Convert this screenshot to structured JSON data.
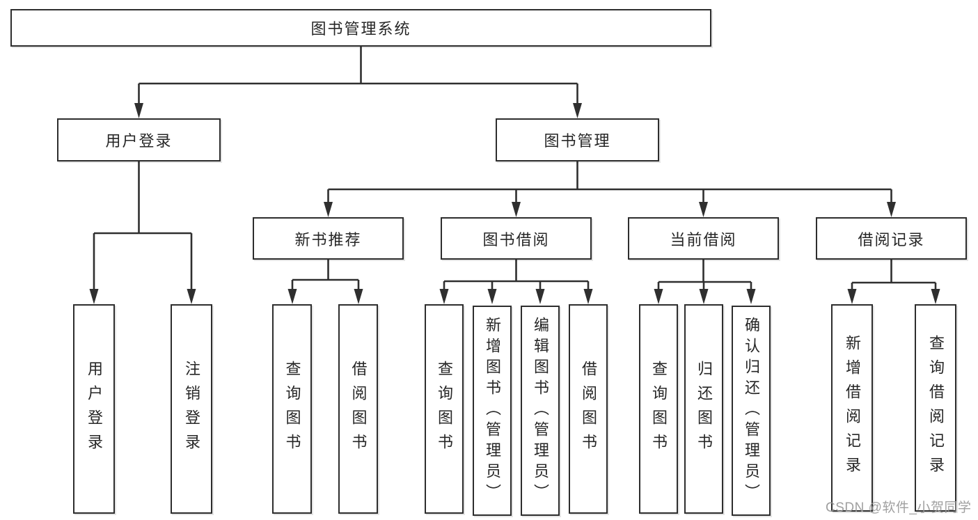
{
  "tree": {
    "label": "图书管理系统",
    "children": [
      {
        "label": "用户登录",
        "children": [
          {
            "label": "用户登录"
          },
          {
            "label": "注销登录"
          }
        ]
      },
      {
        "label": "图书管理",
        "children": [
          {
            "label": "新书推荐",
            "children": [
              {
                "label": "查询图书"
              },
              {
                "label": "借阅图书"
              }
            ]
          },
          {
            "label": "图书借阅",
            "children": [
              {
                "label": "查询图书"
              },
              {
                "label": "新增图书（管理员）"
              },
              {
                "label": "编辑图书（管理员）"
              },
              {
                "label": "借阅图书"
              }
            ]
          },
          {
            "label": "当前借阅",
            "children": [
              {
                "label": "查询图书"
              },
              {
                "label": "归还图书"
              },
              {
                "label": "确认归还（管理员）"
              }
            ]
          },
          {
            "label": "借阅记录",
            "children": [
              {
                "label": "新增借阅记录"
              },
              {
                "label": "查询借阅记录"
              }
            ]
          }
        ]
      }
    ]
  },
  "watermark": "CSDN @软件_小贺同学"
}
